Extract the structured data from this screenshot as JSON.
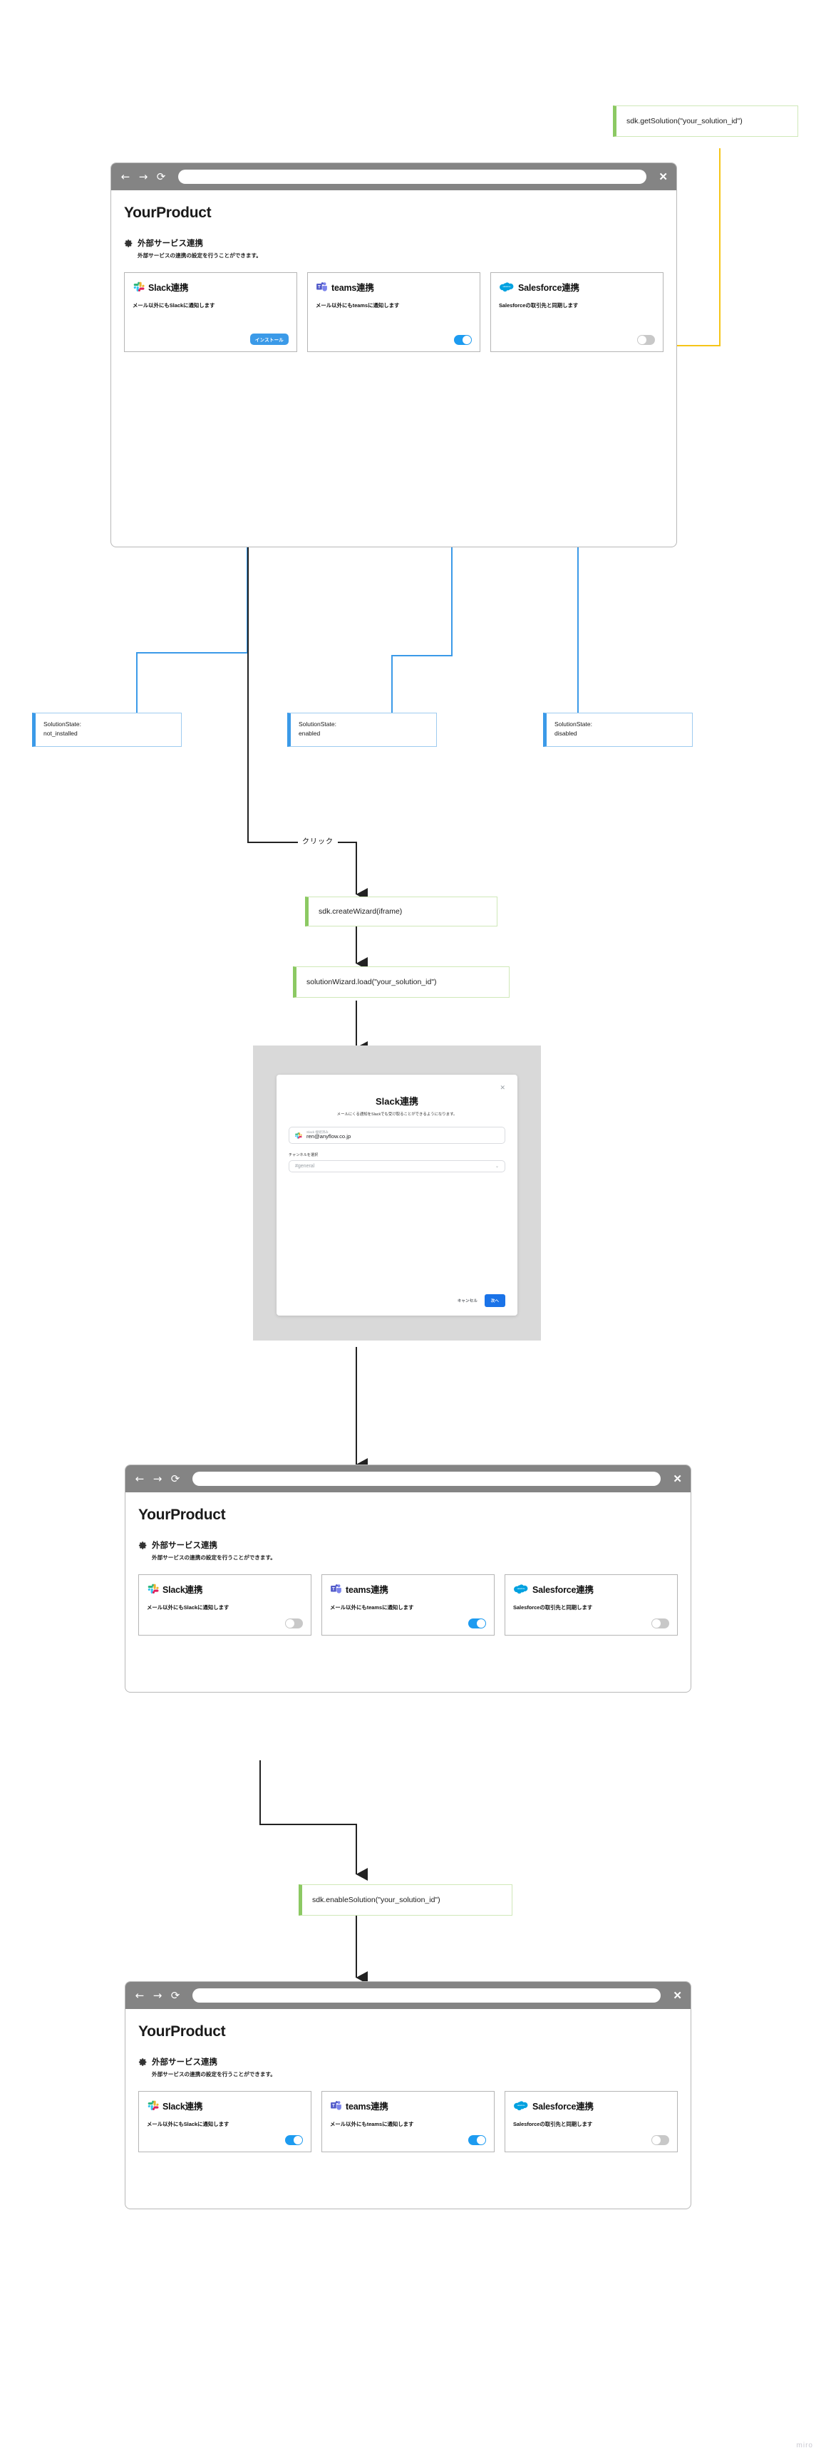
{
  "browser": {
    "back_icon": "back-arrow-icon",
    "forward_icon": "forward-arrow-icon",
    "reload_icon": "reload-icon",
    "close_label": "✕",
    "url_value": ""
  },
  "app": {
    "product_title": "YourProduct",
    "section_title": "外部サービス連携",
    "section_subtitle": "外部サービスの連携の設定を行うことができます。"
  },
  "cards": {
    "slack": {
      "name": "Slack連携",
      "desc": "メール以外にもSlackに通知します",
      "logo": "slack-logo-icon"
    },
    "teams": {
      "name": "teams連携",
      "desc": "メール以外にもteamsに通知します",
      "logo": "teams-logo-icon"
    },
    "salesforce": {
      "name": "Salesforce連携",
      "desc": "Salesforceの取引先と同期します",
      "logo": "salesforce-logo-icon"
    }
  },
  "screen1": {
    "slack_control": "インストール",
    "teams_toggle": "on",
    "salesforce_toggle": "off"
  },
  "screen2": {
    "slack_toggle": "off",
    "teams_toggle": "on",
    "salesforce_toggle": "off"
  },
  "screen3": {
    "slack_toggle": "on",
    "teams_toggle": "on",
    "salesforce_toggle": "off"
  },
  "code_boxes": {
    "get_solution": "sdk.getSolution(\"your_solution_id\")",
    "create_wizard": "sdk.createWizard(iframe)",
    "wizard_load": "solutionWizard.load(\"your_solution_id\")",
    "enable_solution": "sdk.enableSolution(\"your_solution_id\")"
  },
  "state_boxes": [
    {
      "label": "SolutionState:",
      "value": "not_installed"
    },
    {
      "label": "SolutionState:",
      "value": "enabled"
    },
    {
      "label": "SolutionState:",
      "value": "disabled"
    }
  ],
  "click_label": "クリック",
  "modal": {
    "close_icon": "✕",
    "title": "Slack連携",
    "subtitle": "メールにくる通知をSlackでも受け取ることができるようになります。",
    "account_status": "Slack 接続済み",
    "account_email": "ren@anyflow.co.jp",
    "channel_label": "チャンネルを選択",
    "channel_value": "#general",
    "chevron": "⌄",
    "cancel_label": "キャンセル",
    "next_label": "次へ"
  },
  "watermark": "miro",
  "colors": {
    "accent_blue": "#1d9bf0",
    "code_green": "#8cc963",
    "wire_yellow": "#f5c518",
    "wire_blue": "#3b9ae8",
    "wire_black": "#222222",
    "chrome_gray": "#848484"
  }
}
